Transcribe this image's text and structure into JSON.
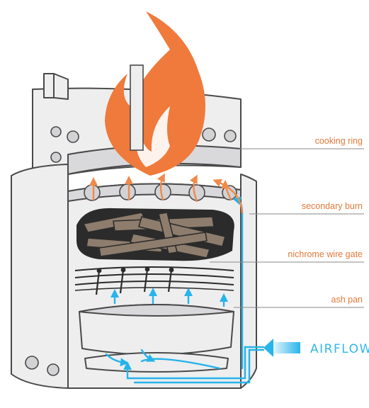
{
  "labels": {
    "cooking_ring": "cooking ring",
    "secondary_burn": "secondary burn",
    "nichrome_wire_gate": "nichrome wire gate",
    "ash_pan": "ash pan",
    "airflow": "AIRFLOW"
  },
  "colors": {
    "label": "#e07a3a",
    "flame": "#ef7a3c",
    "airflow": "#27b4ea",
    "secondary_arrow": "#f08a4b",
    "steel": "#eeeeef",
    "outline": "#4a4a4a",
    "wood": "#8e7d6d"
  }
}
